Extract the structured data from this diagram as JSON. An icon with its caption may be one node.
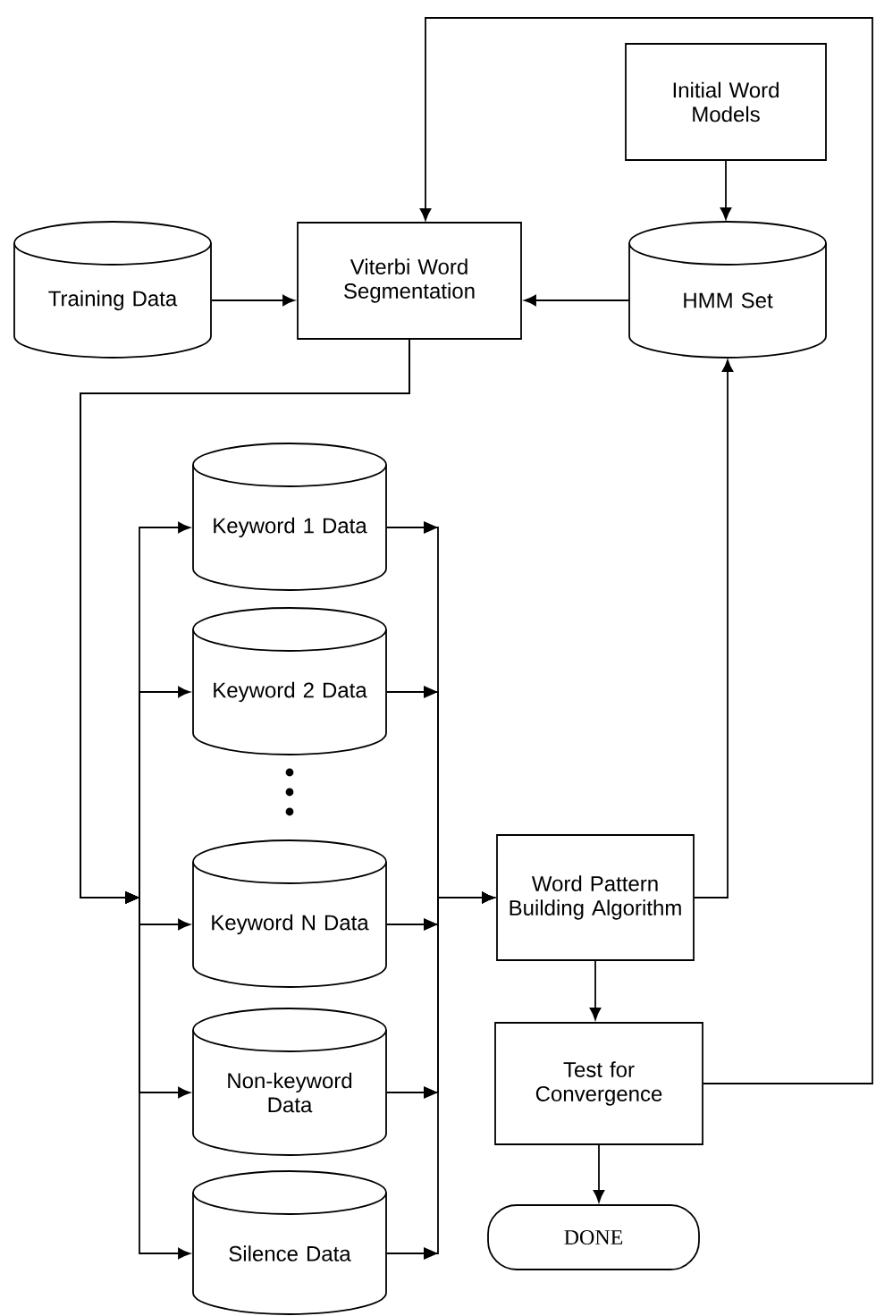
{
  "diagram": {
    "nodes": [
      {
        "text": [
          "Initial Word Models"
        ]
      },
      {
        "text": [
          "Training Data"
        ]
      },
      {
        "text": [
          "Viterbi Word Segmentation"
        ]
      },
      {
        "text": [
          "HMM Set"
        ]
      },
      {
        "text": [
          "Keyword 1 Data"
        ]
      },
      {
        "text": [
          "Keyword 2 Data"
        ]
      },
      {
        "text": [
          "Keyword N Data"
        ]
      },
      {
        "text": [
          "Non-keyword Data"
        ]
      },
      {
        "text": [
          "Silence Data"
        ]
      },
      {
        "text": [
          "Word Pattern Building Algorithm"
        ]
      },
      {
        "text": [
          "Test for Convergence"
        ]
      },
      {
        "text": [
          "DONE"
        ]
      }
    ],
    "edges": [
      {
        "from": 0,
        "to": 3,
        "arrow": "to"
      },
      {
        "from": 1,
        "to": 2,
        "arrow": "to"
      },
      {
        "from": 3,
        "to": 2,
        "arrow": "to"
      },
      {
        "from": 2,
        "to": 4,
        "arrow": "to"
      },
      {
        "from": 2,
        "to": 5,
        "arrow": "to"
      },
      {
        "from": 2,
        "to": 6,
        "arrow": "to"
      },
      {
        "from": 2,
        "to": 7,
        "arrow": "to"
      },
      {
        "from": 2,
        "to": 8,
        "arrow": "to"
      },
      {
        "from": 4,
        "to": 9,
        "arrow": "to"
      },
      {
        "from": 5,
        "to": 9,
        "arrow": "to"
      },
      {
        "from": 6,
        "to": 9,
        "arrow": "to"
      },
      {
        "from": 7,
        "to": 9,
        "arrow": "to"
      },
      {
        "from": 8,
        "to": 9,
        "arrow": "to"
      },
      {
        "from": 9,
        "to": 3,
        "arrow": "to"
      },
      {
        "from": 9,
        "to": 10,
        "arrow": "to"
      },
      {
        "from": 10,
        "to": 11,
        "arrow": "to"
      },
      {
        "from": 10,
        "to": 2,
        "arrow": "to"
      }
    ]
  }
}
